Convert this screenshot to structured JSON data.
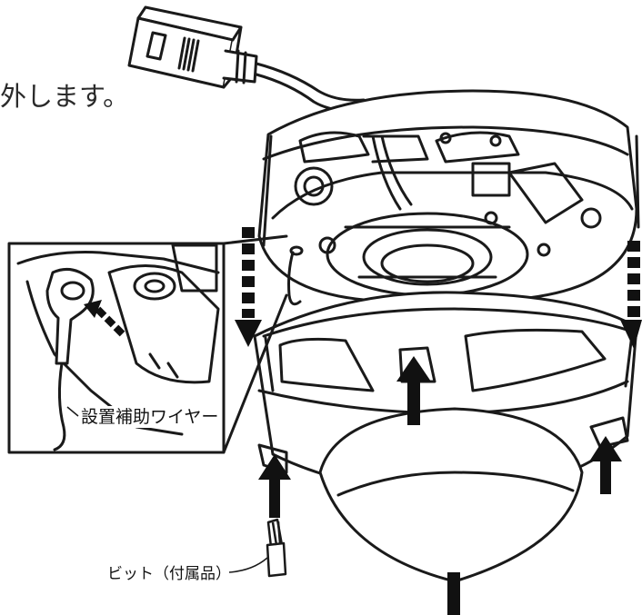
{
  "page": {
    "instruction_fragment": "外します。"
  },
  "labels": {
    "installation_wire": "設置補助ワイヤー",
    "bit_accessory": "ビット（付属品）"
  },
  "icons": {
    "arrow_style": "solid-black-up",
    "dashed_arrow_style": "dashed-black-down"
  }
}
